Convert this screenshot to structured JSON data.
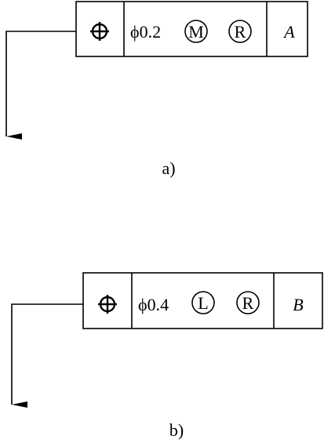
{
  "frame_a": {
    "tolerance_symbol": "position",
    "tolerance": "ϕ0.2",
    "modifier_1": "M",
    "modifier_2": "R",
    "datum": "A"
  },
  "frame_b": {
    "tolerance_symbol": "position",
    "tolerance": "ϕ0.4",
    "modifier_1": "L",
    "modifier_2": "R",
    "datum": "B"
  },
  "captions": {
    "a": "a)",
    "b": "b)"
  },
  "icons": [
    "position-tolerance-icon",
    "leader-arrow-icon"
  ]
}
